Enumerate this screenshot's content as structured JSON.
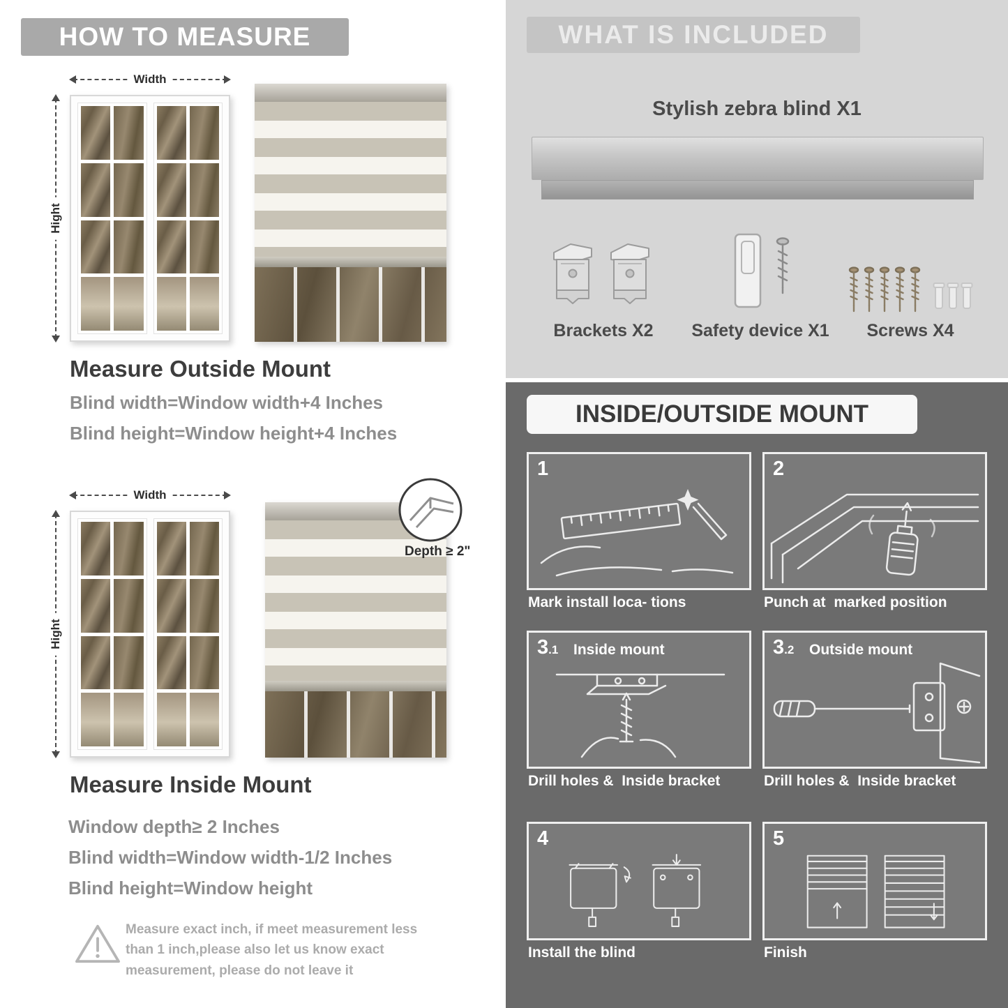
{
  "theme": {
    "banner_gray": "#a9a9a9",
    "light_panel": "#d6d6d6",
    "dark_panel": "#6a6a6a",
    "title_dark": "#3d3d3d",
    "body_gray": "#8d8d8d"
  },
  "icons": {
    "warning": "triangle-exclamation-outline",
    "depth_detail": "circle-corner-detail"
  },
  "measure": {
    "header": "HOW TO MEASURE",
    "width_label": "Width",
    "height_label": "Hight",
    "outside": {
      "title": "Measure Outside Mount",
      "line1": "Blind width=Window width+4 Inches",
      "line2": "Blind height=Window height+4 Inches"
    },
    "inside": {
      "title": "Measure Inside Mount",
      "depth_label": "Depth ≥ 2\"",
      "line1": "Window depth≥ 2 Inches",
      "line2": "Blind width=Window width-1/2 Inches",
      "line3": "Blind height=Window height"
    },
    "warning_text": "Measure exact inch, if meet measurement less than 1 inch,please also let us know exact measurement, please do not leave it"
  },
  "included": {
    "header": "WHAT IS INCLUDED",
    "blind_label": "Stylish zebra blind X1",
    "items": [
      {
        "label": "Brackets X2"
      },
      {
        "label": "Safety device X1"
      },
      {
        "label": "Screws X4"
      }
    ]
  },
  "mount": {
    "header": "INSIDE/OUTSIDE MOUNT",
    "steps": [
      {
        "num": "1",
        "sub": "",
        "title": "",
        "caption": "Mark install loca- tions"
      },
      {
        "num": "2",
        "sub": "",
        "title": "",
        "caption": "Punch at  marked position"
      },
      {
        "num": "3",
        "sub": ".1",
        "title": "Inside mount",
        "caption": "Drill holes &  Inside bracket"
      },
      {
        "num": "3",
        "sub": ".2",
        "title": "Outside mount",
        "caption": "Drill holes &  Inside bracket"
      },
      {
        "num": "4",
        "sub": "",
        "title": "",
        "caption": "Install the blind"
      },
      {
        "num": "5",
        "sub": "",
        "title": "",
        "caption": "Finish"
      }
    ]
  }
}
